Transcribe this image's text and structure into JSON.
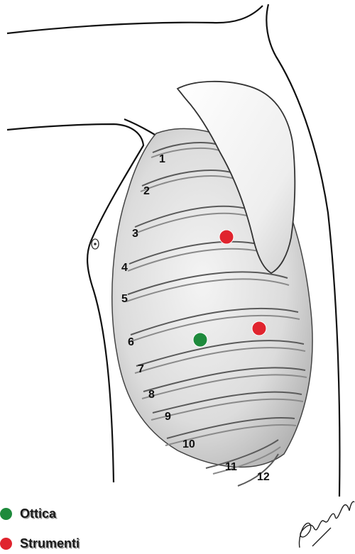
{
  "rib_numbers": [
    "1",
    "2",
    "3",
    "4",
    "5",
    "6",
    "7",
    "8",
    "9",
    "10",
    "11",
    "12"
  ],
  "ports": [
    {
      "type": "strumenti",
      "color": "#e0242e"
    },
    {
      "type": "strumenti",
      "color": "#e0242e"
    },
    {
      "type": "ottica",
      "color": "#1e8a3c"
    }
  ],
  "legend": [
    {
      "label": "Ottica",
      "color": "#1e8a3c"
    },
    {
      "label": "Strumenti",
      "color": "#e0242e"
    }
  ],
  "signature": "Franchini"
}
